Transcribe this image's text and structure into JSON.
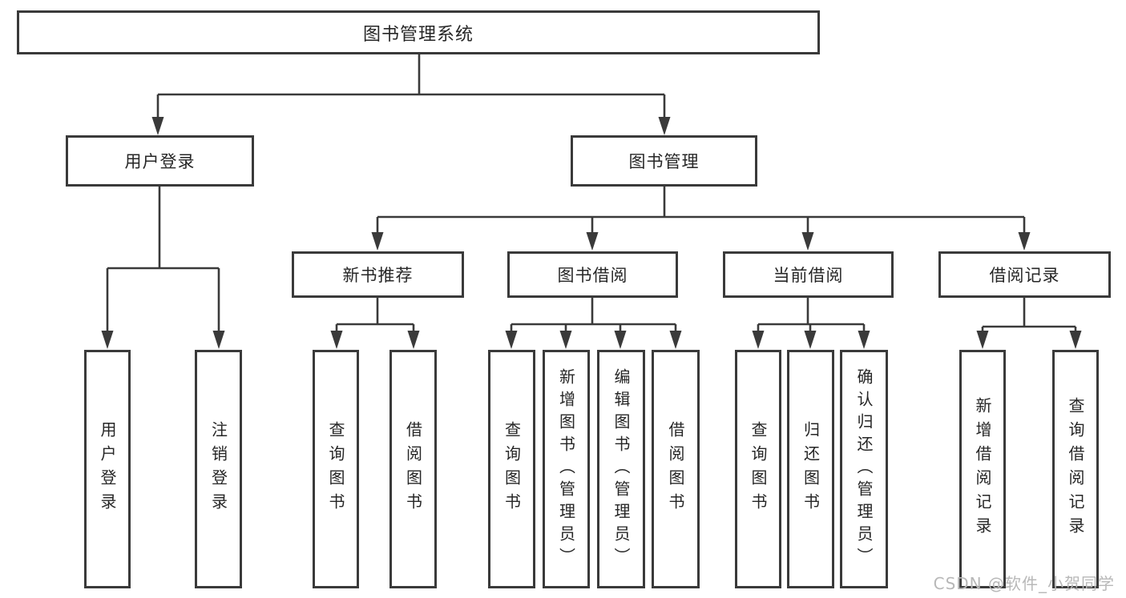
{
  "diagram_title": "图书管理系统",
  "tree": {
    "label": "图书管理系统",
    "children": [
      {
        "label": "用户登录",
        "children": [
          {
            "label": "用户登录"
          },
          {
            "label": "注销登录"
          }
        ]
      },
      {
        "label": "图书管理",
        "children": [
          {
            "label": "新书推荐",
            "children": [
              {
                "label": "查询图书"
              },
              {
                "label": "借阅图书"
              }
            ]
          },
          {
            "label": "图书借阅",
            "children": [
              {
                "label": "查询图书"
              },
              {
                "label": "新增图书（管理员）"
              },
              {
                "label": "编辑图书（管理员）"
              },
              {
                "label": "借阅图书"
              }
            ]
          },
          {
            "label": "当前借阅",
            "children": [
              {
                "label": "查询图书"
              },
              {
                "label": "归还图书"
              },
              {
                "label": "确认归还（管理员）"
              }
            ]
          },
          {
            "label": "借阅记录",
            "children": [
              {
                "label": "新增借阅记录"
              },
              {
                "label": "查询借阅记录"
              }
            ]
          }
        ]
      }
    ]
  },
  "watermark": {
    "text": "CSDN @软件_小贺同学"
  },
  "colors": {
    "line": "#3a3a3a",
    "box_border": "#3a3a3a",
    "text": "#262626",
    "watermark": "#b8b8b8",
    "background": "#ffffff"
  }
}
